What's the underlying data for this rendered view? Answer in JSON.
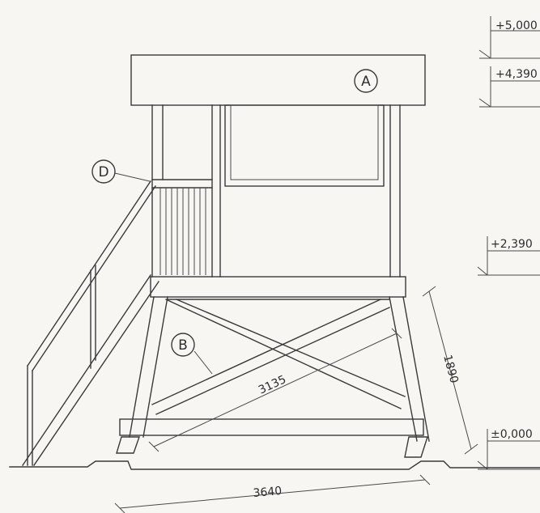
{
  "elevation_marks": [
    {
      "label": "+5,000"
    },
    {
      "label": "+4,390"
    },
    {
      "label": "+2,390"
    },
    {
      "label": "±0,000"
    }
  ],
  "callouts": [
    {
      "label": "A"
    },
    {
      "label": "B"
    },
    {
      "label": "D"
    }
  ],
  "dimensions": {
    "brace_length": "3135",
    "leg_height": "1890",
    "base_width": "3640"
  },
  "colors": {
    "line": "#3a3a3a",
    "paper": "#f7f6f3"
  }
}
